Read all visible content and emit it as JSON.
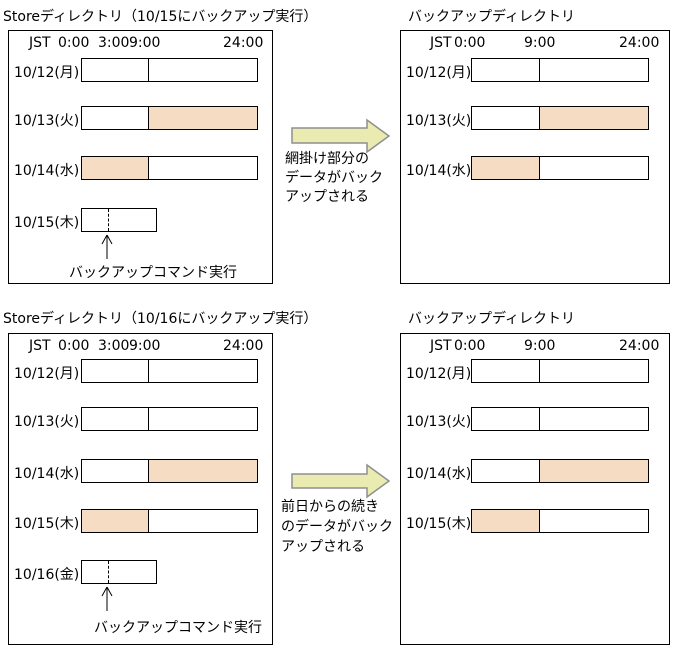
{
  "colors": {
    "shaded_segment": "#f5dcc2",
    "flow_arrow_fill": "#e9ebb0",
    "flow_arrow_border": "#8f8f8f",
    "box_border": "#000000"
  },
  "top": {
    "store": {
      "title": "Storeディレクトリ（10/15にバックアップ実行）",
      "header": {
        "jst": "JST",
        "h0": "0:00",
        "h3": "3:00",
        "h9": "9:00",
        "h24": "24:00"
      },
      "rows": [
        {
          "label": "10/12(月)",
          "segments": [
            "white",
            "white"
          ]
        },
        {
          "label": "10/13(火)",
          "segments": [
            "white",
            "shaded"
          ]
        },
        {
          "label": "10/14(水)",
          "segments": [
            "shaded",
            "white"
          ]
        },
        {
          "label": "10/15(木)",
          "short": true
        }
      ],
      "command_label": "バックアップコマンド実行"
    },
    "arrow_note": {
      "line1": "網掛け部分の",
      "line2": "データがバック",
      "line3": "アップされる"
    },
    "backup": {
      "title": "バックアップディレクトリ",
      "header": {
        "jst": "JST",
        "h0": "0:00",
        "h9": "9:00",
        "h24": "24:00"
      },
      "rows": [
        {
          "label": "10/12(月)",
          "segments": [
            "white",
            "white"
          ]
        },
        {
          "label": "10/13(火)",
          "segments": [
            "white",
            "shaded"
          ]
        },
        {
          "label": "10/14(水)",
          "segments": [
            "shaded",
            "white"
          ]
        }
      ]
    }
  },
  "bottom": {
    "store": {
      "title": "Storeディレクトリ（10/16にバックアップ実行）",
      "header": {
        "jst": "JST",
        "h0": "0:00",
        "h3": "3:00",
        "h9": "9:00",
        "h24": "24:00"
      },
      "rows": [
        {
          "label": "10/12(月)",
          "segments": [
            "white",
            "white"
          ]
        },
        {
          "label": "10/13(火)",
          "segments": [
            "white",
            "white"
          ]
        },
        {
          "label": "10/14(水)",
          "segments": [
            "white",
            "shaded"
          ]
        },
        {
          "label": "10/15(木)",
          "segments": [
            "shaded",
            "white"
          ]
        },
        {
          "label": "10/16(金)",
          "short": true
        }
      ],
      "command_label": "バックアップコマンド実行"
    },
    "arrow_note": {
      "line1": "前日からの続き",
      "line2": "のデータがバック",
      "line3": "アップされる"
    },
    "backup": {
      "title": "バックアップディレクトリ",
      "header": {
        "jst": "JST",
        "h0": "0:00",
        "h9": "9:00",
        "h24": "24:00"
      },
      "rows": [
        {
          "label": "10/12(月)",
          "segments": [
            "white",
            "white"
          ]
        },
        {
          "label": "10/13(火)",
          "segments": [
            "white",
            "white"
          ]
        },
        {
          "label": "10/14(水)",
          "segments": [
            "white",
            "shaded"
          ]
        },
        {
          "label": "10/15(木)",
          "segments": [
            "shaded",
            "white"
          ]
        }
      ]
    }
  }
}
